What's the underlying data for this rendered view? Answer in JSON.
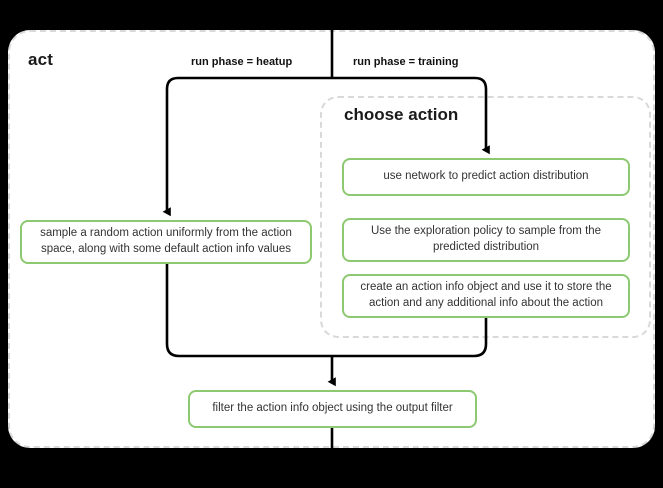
{
  "diagram": {
    "type": "flowchart",
    "background_color": "#000000",
    "canvas_color": "#ffffff",
    "accent_color": "#8cc970",
    "container_border_color": "#d9d9d9",
    "edge_color": "#000000"
  },
  "outer": {
    "title": "act"
  },
  "inner": {
    "title": "choose action"
  },
  "edge_labels": {
    "heatup": "run phase = heatup",
    "training": "run phase = training"
  },
  "nodes": {
    "sample": "sample a random action uniformly from the action space, along with some default action info values",
    "network": "use network to predict action distribution",
    "explore": "Use the exploration policy to sample from the predicted distribution",
    "create": "create an action info object and use it to store the action and any additional info about the action",
    "filter": "filter the action info object using the output filter"
  },
  "icons": {
    "arrow_down": "arrow-down-icon"
  }
}
